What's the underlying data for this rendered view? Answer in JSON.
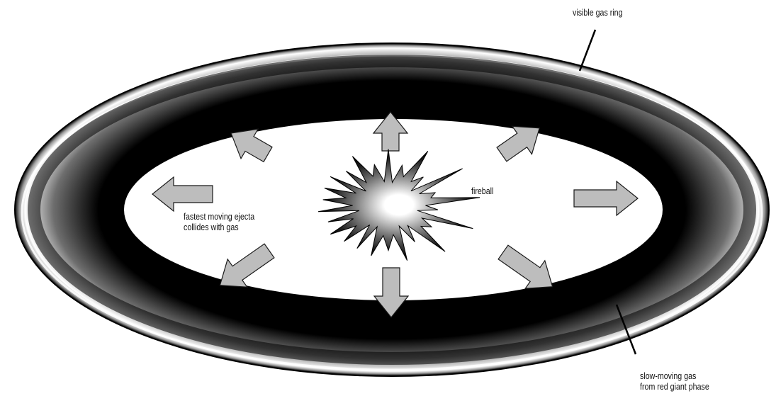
{
  "labels": {
    "visible_gas_ring": "visible gas ring",
    "fireball": "fireball",
    "ejecta_line1": "fastest moving ejecta",
    "ejecta_line2": "collides with gas",
    "slow_gas_line1": "slow-moving gas",
    "slow_gas_line2": "from red giant phase"
  },
  "colors": {
    "ring_dark": "#000000",
    "ring_light": "#ffffff",
    "arrow_fill": "#bdbdbd",
    "arrow_stroke": "#1a1a1a"
  },
  "icons": {
    "explosion": "starburst",
    "arrows": "outward-arrow"
  }
}
